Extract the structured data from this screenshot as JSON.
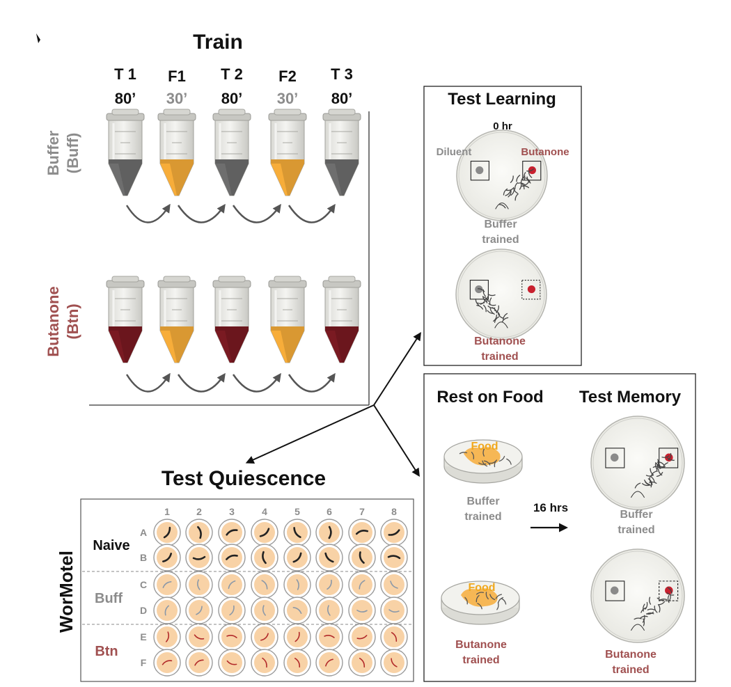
{
  "colors": {
    "gray_text": "#8c8c8c",
    "red_text": "#a05050",
    "orange_text": "#f0a81e",
    "buffer_liquid": "#6e6e6e",
    "food_liquid": "#f7ad3a",
    "butanone_liquid": "#7a1a22",
    "odor_dot": "#c8202e",
    "diluent_dot": "#8a8a8a",
    "well_fill": "#f8d2a6",
    "worm_dark": "#222222",
    "worm_gray": "#8a98a8",
    "worm_red": "#b22a2a"
  },
  "train": {
    "title": "Train",
    "steps": [
      {
        "name": "T 1",
        "time": "80’",
        "kind": "train"
      },
      {
        "name": "F1",
        "time": "30’",
        "kind": "food"
      },
      {
        "name": "T 2",
        "time": "80’",
        "kind": "train"
      },
      {
        "name": "F2",
        "time": "30’",
        "kind": "food"
      },
      {
        "name": "T 3",
        "time": "80’",
        "kind": "train"
      }
    ],
    "rows": [
      {
        "label_line1": "Buffer",
        "label_line2": "(Buff)",
        "color": "gray"
      },
      {
        "label_line1": "Butanone",
        "label_line2": "(Btn)",
        "color": "red"
      }
    ]
  },
  "test_learning": {
    "title": "Test Learning",
    "time": "0 hr",
    "left_spot": "Diluent",
    "right_spot": "Butanone",
    "plate1_label": [
      "Buffer",
      "trained"
    ],
    "plate2_label": [
      "Butanone",
      "trained"
    ]
  },
  "memory": {
    "rest_title": "Rest on Food",
    "test_title": "Test Memory",
    "food_label": "Food",
    "interval": "16 hrs",
    "buffer_label": [
      "Buffer",
      "trained"
    ],
    "butanone_label": [
      "Butanone",
      "trained"
    ]
  },
  "quiescence": {
    "title": "Test Quiescence",
    "side_label": "WorMotel",
    "columns": [
      "1",
      "2",
      "3",
      "4",
      "5",
      "6",
      "7",
      "8"
    ],
    "rows": [
      "A",
      "B",
      "C",
      "D",
      "E",
      "F"
    ],
    "groups": [
      {
        "label": "Naive",
        "color": "dark"
      },
      {
        "label": "Buff",
        "color": "gray"
      },
      {
        "label": "Btn",
        "color": "red"
      }
    ]
  }
}
